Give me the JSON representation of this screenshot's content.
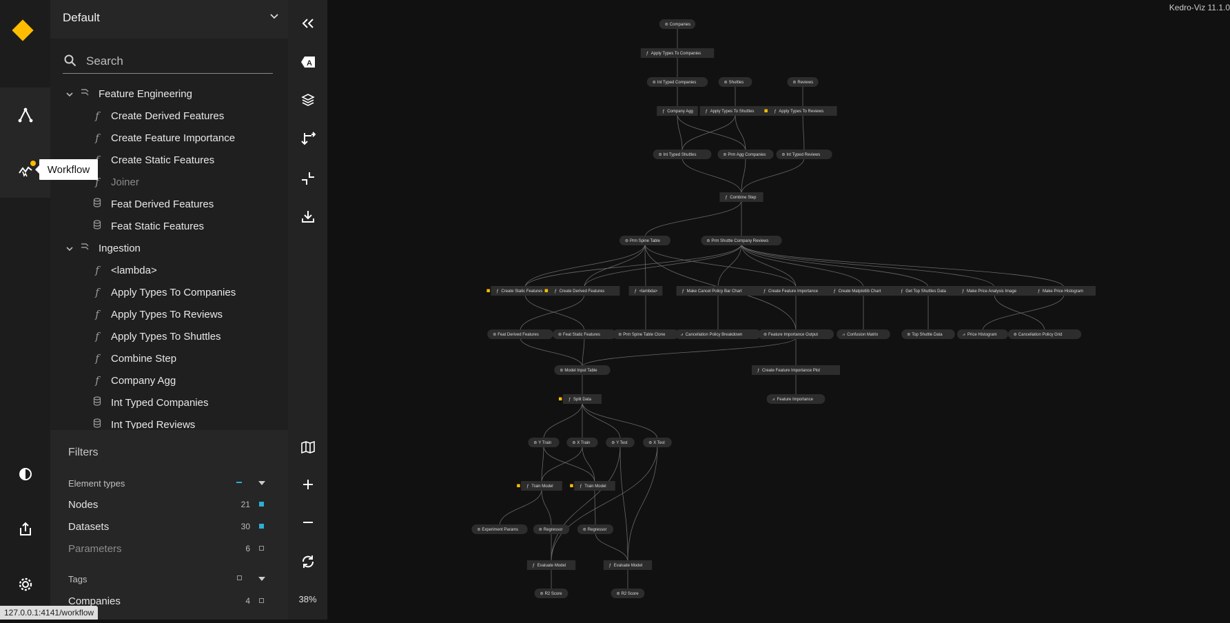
{
  "app": {
    "version": "Kedro-Viz 11.1.0",
    "status_url": "127.0.0.1:4141/workflow"
  },
  "colors": {
    "accent": "#ffbc00",
    "nodes_indicator": "#2bb0d4",
    "background": "#111111"
  },
  "rail": {
    "items": [
      {
        "name": "flowchart-icon",
        "active": true
      },
      {
        "name": "workflow-icon",
        "active": true
      },
      {
        "name": "theme-icon"
      },
      {
        "name": "export-icon"
      },
      {
        "name": "settings-icon"
      }
    ],
    "tooltip": "Workflow"
  },
  "pipeline": {
    "selected": "Default"
  },
  "search": {
    "placeholder": "Search",
    "value": ""
  },
  "tree": [
    {
      "label": "Feature Engineering",
      "type": "modular",
      "level": 0,
      "expanded": true
    },
    {
      "label": "Create Derived Features",
      "type": "node",
      "level": 1
    },
    {
      "label": "Create Feature Importance",
      "type": "node",
      "level": 1
    },
    {
      "label": "Create Static Features",
      "type": "node",
      "level": 1
    },
    {
      "label": "Joiner",
      "type": "node",
      "level": 1,
      "dim": true
    },
    {
      "label": "Feat Derived Features",
      "type": "dataset",
      "level": 1
    },
    {
      "label": "Feat Static Features",
      "type": "dataset",
      "level": 1
    },
    {
      "label": "Ingestion",
      "type": "modular",
      "level": 0,
      "expanded": true
    },
    {
      "label": "<lambda>",
      "type": "node",
      "level": 1
    },
    {
      "label": "Apply Types To Companies",
      "type": "node",
      "level": 1
    },
    {
      "label": "Apply Types To Reviews",
      "type": "node",
      "level": 1
    },
    {
      "label": "Apply Types To Shuttles",
      "type": "node",
      "level": 1
    },
    {
      "label": "Combine Step",
      "type": "node",
      "level": 1
    },
    {
      "label": "Company Agg",
      "type": "node",
      "level": 1
    },
    {
      "label": "Int Typed Companies",
      "type": "dataset",
      "level": 1
    },
    {
      "label": "Int Typed Reviews",
      "type": "dataset",
      "level": 1
    }
  ],
  "filters": {
    "title": "Filters",
    "element_types": {
      "label": "Element types",
      "items": [
        {
          "label": "Nodes",
          "count": "21",
          "checked": true
        },
        {
          "label": "Datasets",
          "count": "30",
          "checked": true
        },
        {
          "label": "Parameters",
          "count": "6",
          "checked": false
        }
      ]
    },
    "tags": {
      "label": "Tags",
      "items": [
        {
          "label": "Companies",
          "count": "4",
          "checked": false
        }
      ]
    }
  },
  "toolbar": {
    "tools": [
      "collapse-icon",
      "labels-icon",
      "layers-icon",
      "orientation-icon",
      "expand-icon",
      "download-icon",
      "minimap-icon",
      "zoom-in-icon",
      "zoom-out-icon",
      "reset-icon"
    ],
    "zoom": "38%"
  },
  "graph": {
    "nodes": [
      {
        "id": "companies",
        "label": "Companies",
        "kind": "dataset"
      },
      {
        "id": "atc",
        "label": "Apply Types To Companies",
        "kind": "node"
      },
      {
        "id": "itc",
        "label": "Int Typed Companies",
        "kind": "dataset"
      },
      {
        "id": "shuttles",
        "label": "Shuttles",
        "kind": "dataset"
      },
      {
        "id": "reviews",
        "label": "Reviews",
        "kind": "dataset"
      },
      {
        "id": "cagg",
        "label": "Company Agg",
        "kind": "node"
      },
      {
        "id": "ats",
        "label": "Apply Types To Shuttles",
        "kind": "node"
      },
      {
        "id": "atr",
        "label": "Apply Types To Reviews",
        "kind": "node",
        "flag": true
      },
      {
        "id": "its",
        "label": "Int Typed Shuttles",
        "kind": "dataset"
      },
      {
        "id": "pac",
        "label": "Prm Agg Companies",
        "kind": "dataset"
      },
      {
        "id": "itr",
        "label": "Int Typed Reviews",
        "kind": "dataset"
      },
      {
        "id": "comb",
        "label": "Combine Step",
        "kind": "node"
      },
      {
        "id": "pst",
        "label": "Prm Spine Table",
        "kind": "dataset"
      },
      {
        "id": "pscr",
        "label": "Prm Shuttle Company Reviews",
        "kind": "dataset"
      },
      {
        "id": "csf",
        "label": "Create Static Features",
        "kind": "node",
        "flag": true
      },
      {
        "id": "cdf",
        "label": "Create Derived Features",
        "kind": "node",
        "flag": true
      },
      {
        "id": "lam",
        "label": "<lambda>",
        "kind": "node"
      },
      {
        "id": "mcp",
        "label": "Make Cancel Policy Bar Chart",
        "kind": "node"
      },
      {
        "id": "cfi",
        "label": "Create Feature Importance",
        "kind": "node"
      },
      {
        "id": "cmc",
        "label": "Create Matplotlib Chart",
        "kind": "node"
      },
      {
        "id": "gts",
        "label": "Get Top Shuttles Data",
        "kind": "node"
      },
      {
        "id": "mpai",
        "label": "Make Price Analysis Image",
        "kind": "node"
      },
      {
        "id": "mph",
        "label": "Make Price Histogram",
        "kind": "node"
      },
      {
        "id": "fdf",
        "label": "Feat Derived Features",
        "kind": "dataset"
      },
      {
        "id": "fsf",
        "label": "Feat Static Features",
        "kind": "dataset"
      },
      {
        "id": "pstc",
        "label": "Prm Spine Table Clone",
        "kind": "dataset"
      },
      {
        "id": "cpb",
        "label": "Cancellation Policy Breakdown",
        "kind": "chart"
      },
      {
        "id": "fio",
        "label": "Feature Importance Output",
        "kind": "dataset"
      },
      {
        "id": "cm",
        "label": "Confusion Matrix",
        "kind": "chart"
      },
      {
        "id": "tsd",
        "label": "Top Shuttle Data",
        "kind": "dataset"
      },
      {
        "id": "ph",
        "label": "Price Histogram",
        "kind": "chart"
      },
      {
        "id": "cpg",
        "label": "Cancellation Policy Grid",
        "kind": "dataset"
      },
      {
        "id": "mit",
        "label": "Model Input Table",
        "kind": "dataset"
      },
      {
        "id": "cfip",
        "label": "Create Feature Importance Plot",
        "kind": "node"
      },
      {
        "id": "sd",
        "label": "Split Data",
        "kind": "node",
        "flag": true
      },
      {
        "id": "fi",
        "label": "Feature Importance",
        "kind": "chart"
      },
      {
        "id": "ytr",
        "label": "Y Train",
        "kind": "dataset"
      },
      {
        "id": "xtr",
        "label": "X Train",
        "kind": "dataset"
      },
      {
        "id": "yte",
        "label": "Y Test",
        "kind": "dataset"
      },
      {
        "id": "xte",
        "label": "X Test",
        "kind": "dataset"
      },
      {
        "id": "tm1",
        "label": "Train Model",
        "kind": "node",
        "flag": true
      },
      {
        "id": "tm2",
        "label": "Train Model",
        "kind": "node",
        "flag": true
      },
      {
        "id": "ep",
        "label": "Experiment Params",
        "kind": "dataset"
      },
      {
        "id": "rg1",
        "label": "Regressor",
        "kind": "dataset"
      },
      {
        "id": "rg2",
        "label": "Regressor",
        "kind": "dataset"
      },
      {
        "id": "em1",
        "label": "Evaluate Model",
        "kind": "node"
      },
      {
        "id": "em2",
        "label": "Evaluate Model",
        "kind": "node"
      },
      {
        "id": "r21",
        "label": "R2 Score",
        "kind": "dataset"
      },
      {
        "id": "r22",
        "label": "R2 Score",
        "kind": "dataset"
      }
    ]
  }
}
